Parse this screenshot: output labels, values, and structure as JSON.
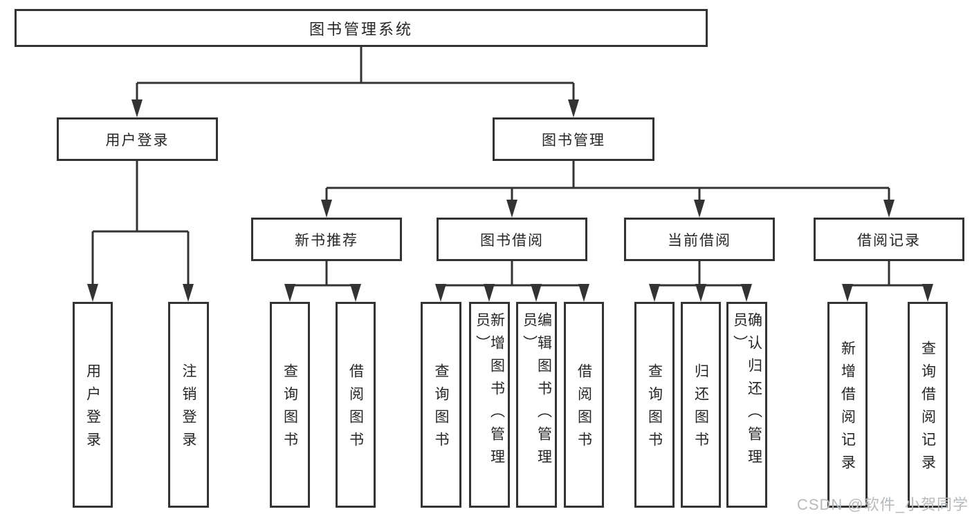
{
  "diagram": {
    "root": {
      "label": "图书管理系统"
    },
    "branches": [
      {
        "label": "用户登录",
        "leaves": [
          {
            "label": "用户登录"
          },
          {
            "label": "注销登录"
          }
        ]
      },
      {
        "label": "图书管理",
        "groups": [
          {
            "label": "新书推荐",
            "leaves": [
              {
                "label": "查询图书"
              },
              {
                "label": "借阅图书"
              }
            ]
          },
          {
            "label": "图书借阅",
            "leaves": [
              {
                "label": "查询图书"
              },
              {
                "label": "新增图书（管理员）"
              },
              {
                "label": "编辑图书（管理员）"
              },
              {
                "label": "借阅图书"
              }
            ]
          },
          {
            "label": "当前借阅",
            "leaves": [
              {
                "label": "查询图书"
              },
              {
                "label": "归还图书"
              },
              {
                "label": "确认归还（管理员）"
              }
            ]
          },
          {
            "label": "借阅记录",
            "leaves": [
              {
                "label": "新增借阅记录"
              },
              {
                "label": "查询借阅记录"
              }
            ]
          }
        ]
      }
    ]
  },
  "watermark": {
    "text": "CSDN @软件_小贺同学",
    "color": "#b7babc"
  },
  "colors": {
    "line": "#333333",
    "border": "#333333",
    "text": "#262626",
    "node_background": "#ffffff",
    "page_background": "#ffffff"
  }
}
